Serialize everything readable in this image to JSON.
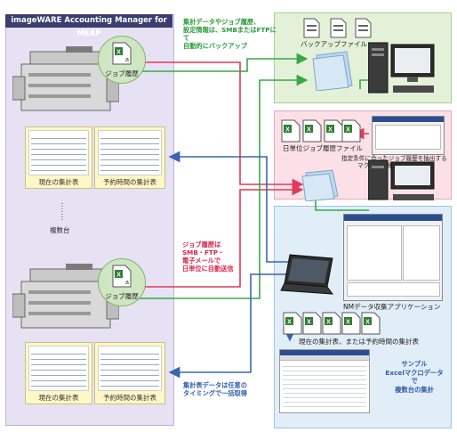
{
  "left_panel": {
    "title": "imageWARE Accounting Manager for MEAP",
    "job_history_top": "ジョブ履歴",
    "job_history_bottom": "ジョブ履歴",
    "current_table_top": "現在の集計表",
    "scheduled_table_top": "予約時間の集計表",
    "current_table_bottom": "現在の集計表",
    "scheduled_table_bottom": "予約時間の集計表",
    "multiple_label": "複数台"
  },
  "notes": {
    "backup": [
      "集計データやジョブ履歴、",
      "設定情報は、SMBまたはFTPにて",
      "自動的にバックアップ"
    ],
    "auto_send": [
      "ジョブ履歴は",
      "SMB・FTP・",
      "電子メールで",
      "日単位に自動送信"
    ],
    "batch": [
      "集計表データは任意の",
      "タイミングで一括取得"
    ]
  },
  "green_panel": {
    "backup_file": "バックアップファイル"
  },
  "pink_panel": {
    "daily_file": "日単位ジョブ履歴ファイル",
    "macro_note": [
      "指定条件に合ったジョブ履歴を抽出する",
      "マクロも同梱されています"
    ]
  },
  "blue_panel": {
    "app_label": "NMデータ収集アプリケーション",
    "tables_label": "現在の集計表、または予約時間の集計表",
    "sample_note": [
      "サンプル",
      "Excelマクロデータで",
      "複数台の集計"
    ]
  },
  "colors": {
    "red": "#e0395a",
    "green": "#37a848",
    "blue": "#3a64b0",
    "title_bar": "#3a3e6e"
  }
}
